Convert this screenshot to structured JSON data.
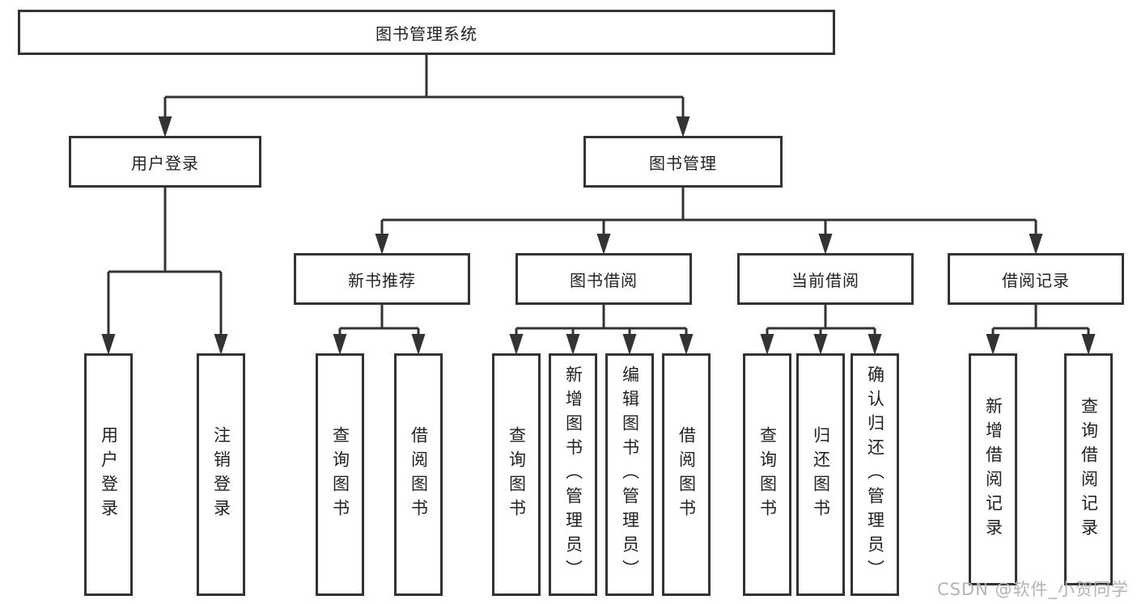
{
  "colors": {
    "line": "#333333",
    "box_border": "#333333",
    "text": "#222222",
    "watermark": "#b3b3b3",
    "background": "#ffffff"
  },
  "diagram": {
    "root": {
      "label": "图书管理系统"
    },
    "level2": [
      {
        "id": "user-login",
        "label": "用户登录"
      },
      {
        "id": "book-management",
        "label": "图书管理"
      }
    ],
    "level3": [
      {
        "id": "new-book-recommend",
        "label": "新书推荐"
      },
      {
        "id": "book-borrowing",
        "label": "图书借阅"
      },
      {
        "id": "current-borrowing",
        "label": "当前借阅"
      },
      {
        "id": "borrowing-records",
        "label": "借阅记录"
      }
    ],
    "leaves": [
      {
        "group": "user-login",
        "label": "用户登录"
      },
      {
        "group": "user-login",
        "label": "注销登录"
      },
      {
        "group": "new-book-recommend",
        "label": "查询图书"
      },
      {
        "group": "new-book-recommend",
        "label": "借阅图书"
      },
      {
        "group": "book-borrowing",
        "label": "查询图书"
      },
      {
        "group": "book-borrowing",
        "label": "新增图书（管理员）"
      },
      {
        "group": "book-borrowing",
        "label": "编辑图书（管理员）"
      },
      {
        "group": "book-borrowing",
        "label": "借阅图书"
      },
      {
        "group": "current-borrowing",
        "label": "查询图书"
      },
      {
        "group": "current-borrowing",
        "label": "归还图书"
      },
      {
        "group": "current-borrowing",
        "label": "确认归还（管理员）"
      },
      {
        "group": "borrowing-records",
        "label": "新增借阅记录"
      },
      {
        "group": "borrowing-records",
        "label": "查询借阅记录"
      }
    ]
  },
  "watermark": {
    "text": "CSDN @软件_小贺同学"
  }
}
